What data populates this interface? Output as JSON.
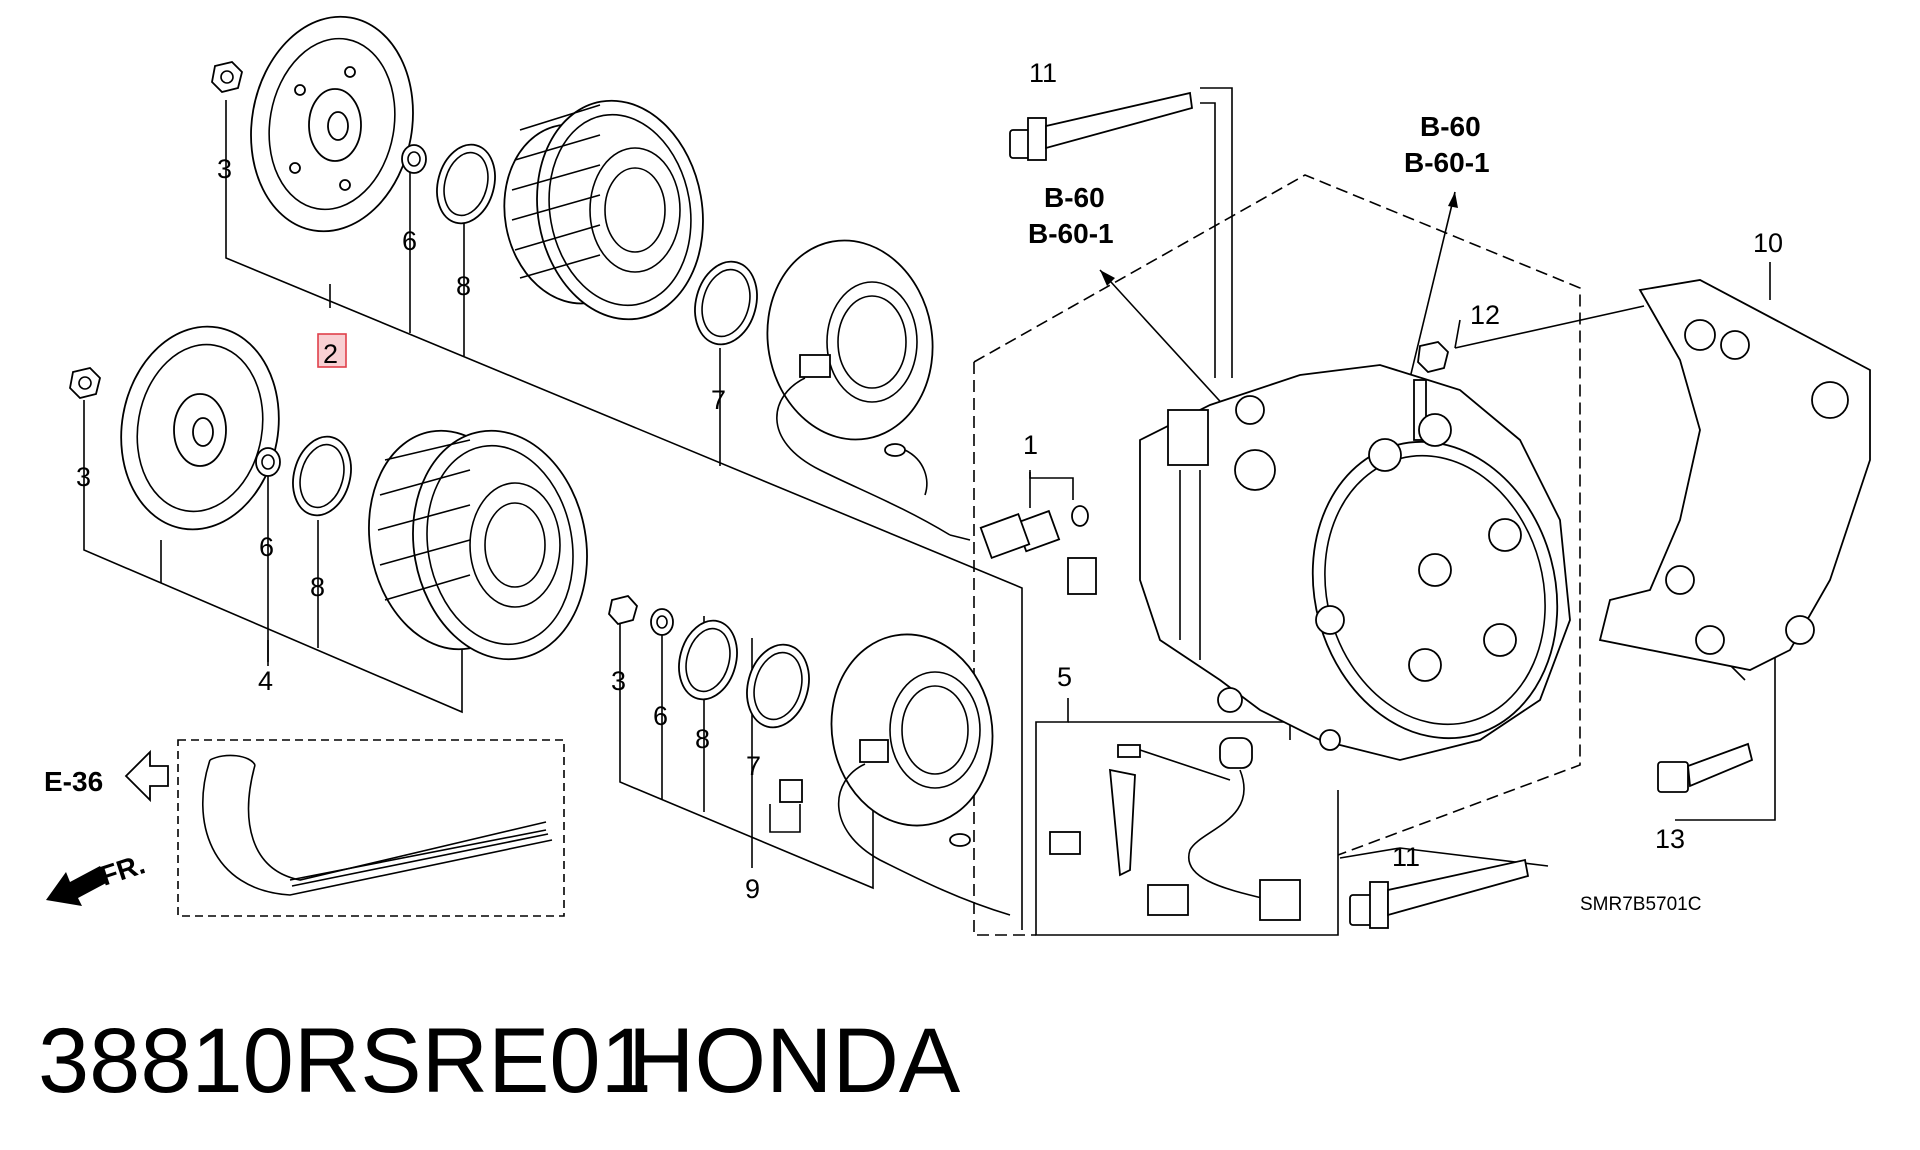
{
  "callouts": {
    "c1": "1",
    "c2": "2",
    "c3a": "3",
    "c3b": "3",
    "c3c": "3",
    "c4": "4",
    "c5": "5",
    "c6a": "6",
    "c6b": "6",
    "c6c": "6",
    "c7a": "7",
    "c7b": "7",
    "c8a": "8",
    "c8b": "8",
    "c8c": "8",
    "c9": "9",
    "c10": "10",
    "c11a": "11",
    "c11b": "11",
    "c12": "12",
    "c13": "13"
  },
  "refs": {
    "b60_left": "B-60",
    "b601_left": "B-60-1",
    "b60_right": "B-60",
    "b601_right": "B-60-1",
    "e36": "E-36",
    "fr": "FR."
  },
  "diagram_code": "SMR7B5701C",
  "caption": {
    "part_number": "38810RSRE01",
    "brand": "HONDA"
  },
  "colors": {
    "highlight": "#e0404a",
    "line": "#000000"
  }
}
